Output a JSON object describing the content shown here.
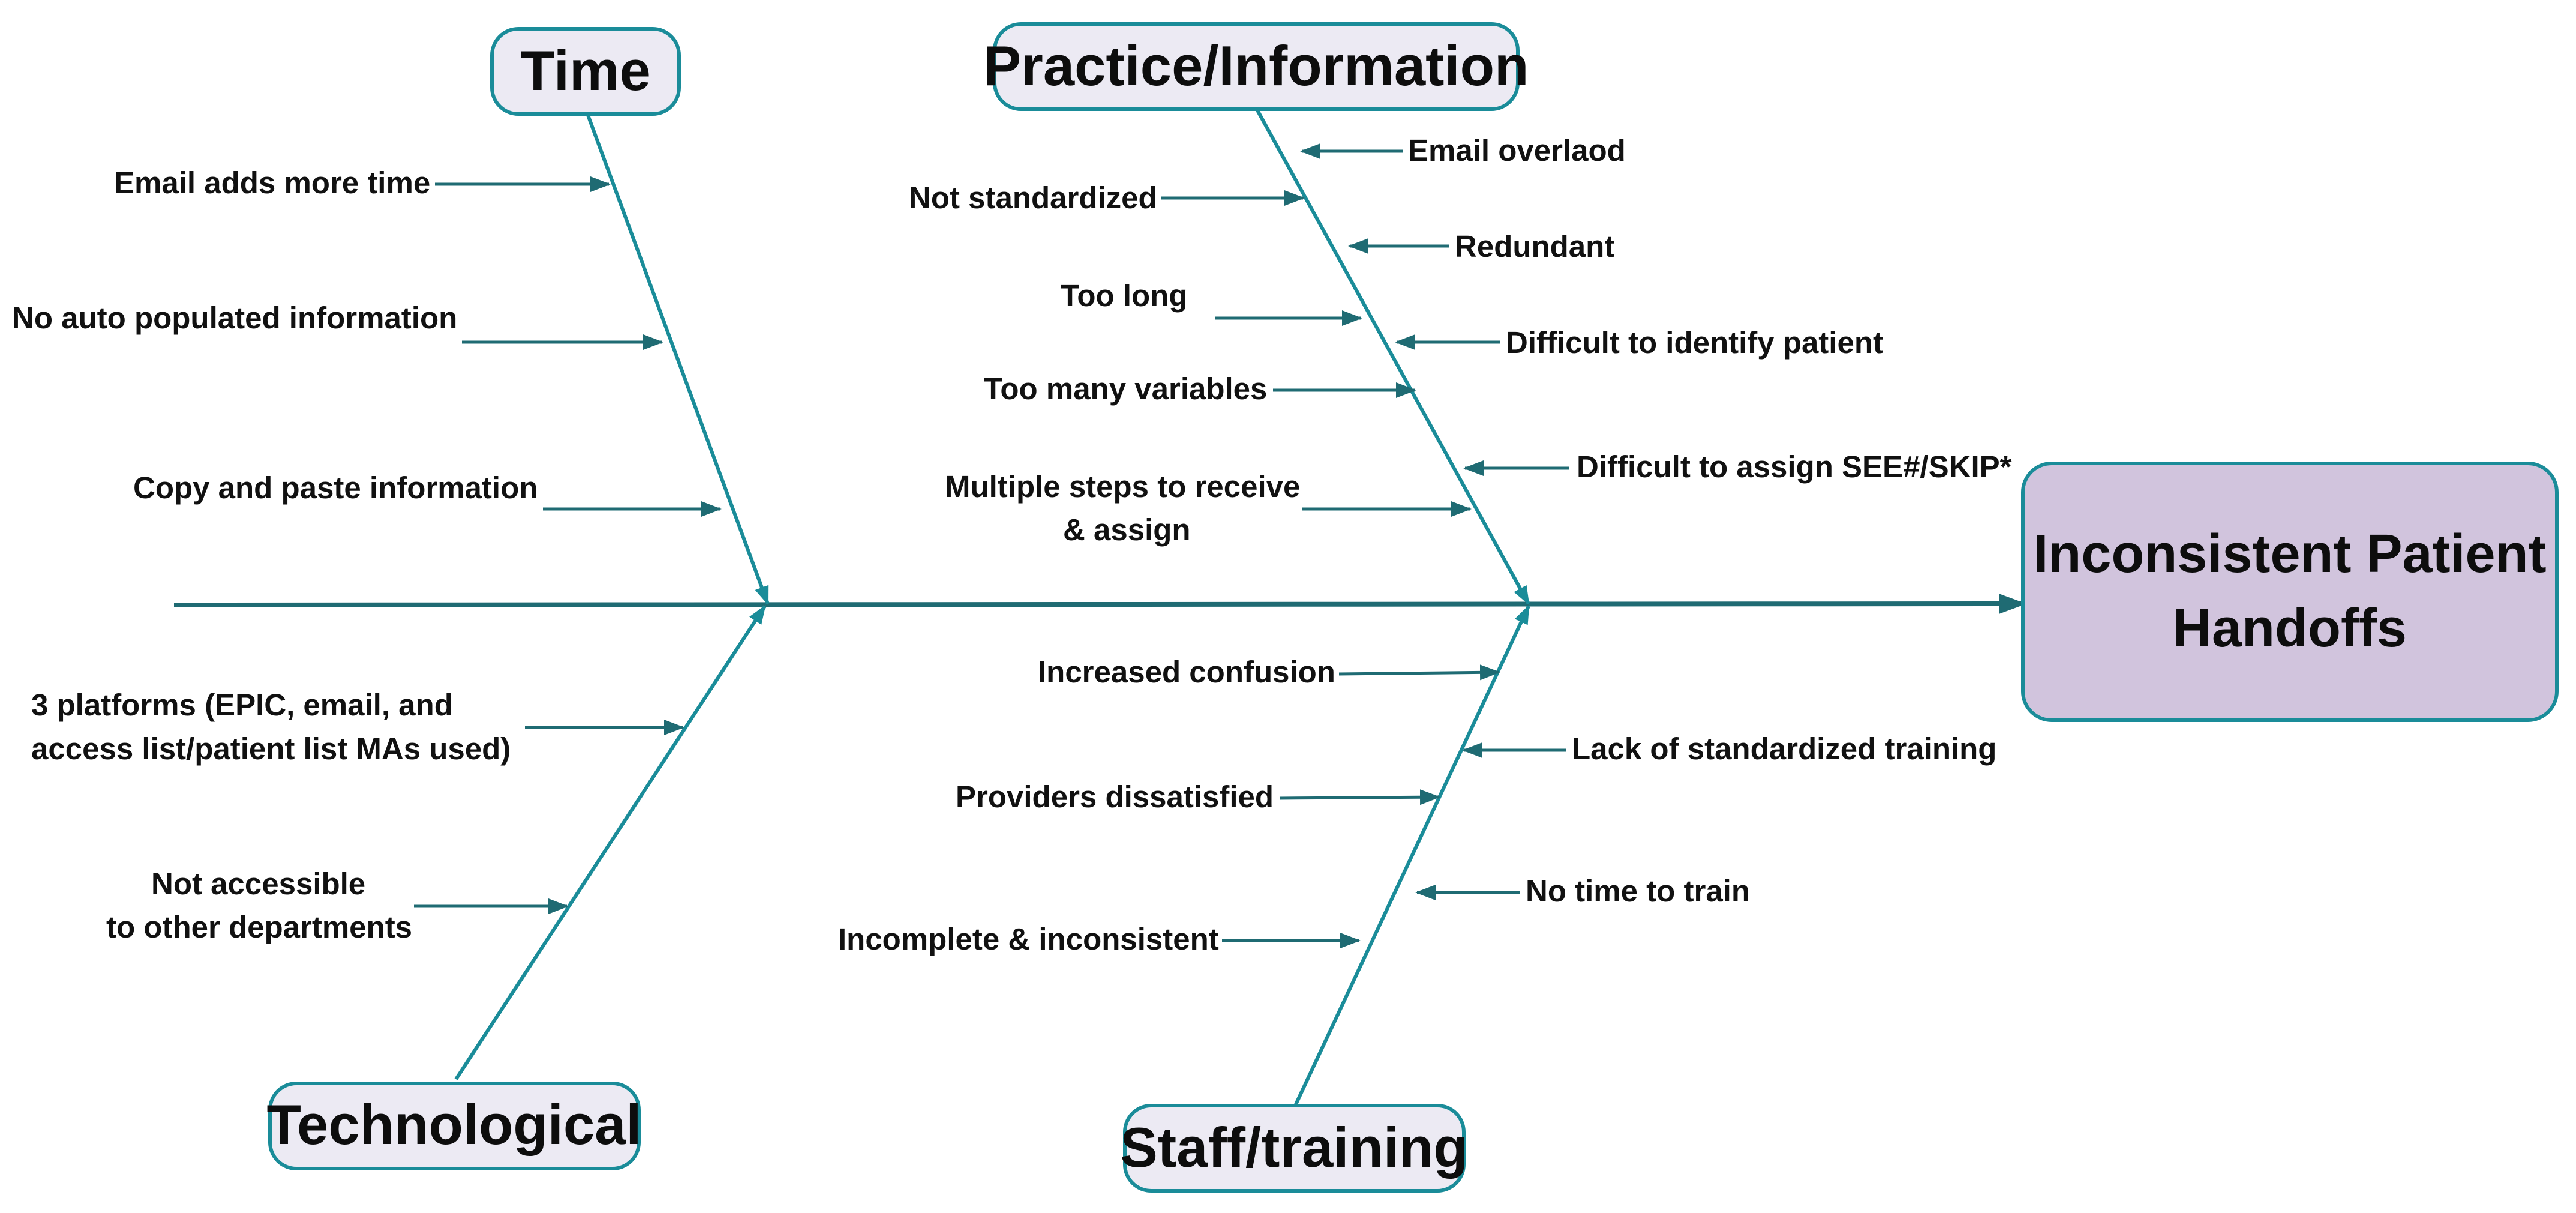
{
  "colors": {
    "spine": "#1f6b73",
    "bone": "#1a8c99",
    "arrow": "#1f6b73",
    "category_fill": "#eceaf3",
    "category_border": "#1a8c99",
    "head_fill": "#d1c4dd",
    "head_border": "#1a8c99"
  },
  "head": {
    "line1": "Inconsistent Patient",
    "line2": "Handoffs"
  },
  "categories": {
    "time": "Time",
    "practice": "Practice/Information",
    "technological": "Technological",
    "staff": "Staff/training"
  },
  "causes": {
    "time": {
      "email_time": "Email adds more time",
      "no_auto": "No auto populated information",
      "copy_paste": "Copy and paste information"
    },
    "practice": {
      "email_overload": "Email overlaod",
      "not_standardized": "Not standardized",
      "redundant": "Redundant",
      "too_long": "Too long",
      "difficult_identify": "Difficult to identify patient",
      "too_many_variables": "Too many variables",
      "difficult_assign": "Difficult to assign SEE#/SKIP*",
      "multiple_steps_line1": "Multiple steps to receive",
      "multiple_steps_line2": "& assign"
    },
    "technological": {
      "platforms_line1": "3 platforms (EPIC, email, and",
      "platforms_line2": "access list/patient list MAs used)",
      "not_accessible_line1": "Not accessible",
      "not_accessible_line2": "to other departments"
    },
    "staff": {
      "increased_confusion": "Increased confusion",
      "lack_training": "Lack of standardized training",
      "providers_dissatisfied": "Providers dissatisfied",
      "no_time_train": "No time to train",
      "incomplete": "Incomplete & inconsistent"
    }
  }
}
